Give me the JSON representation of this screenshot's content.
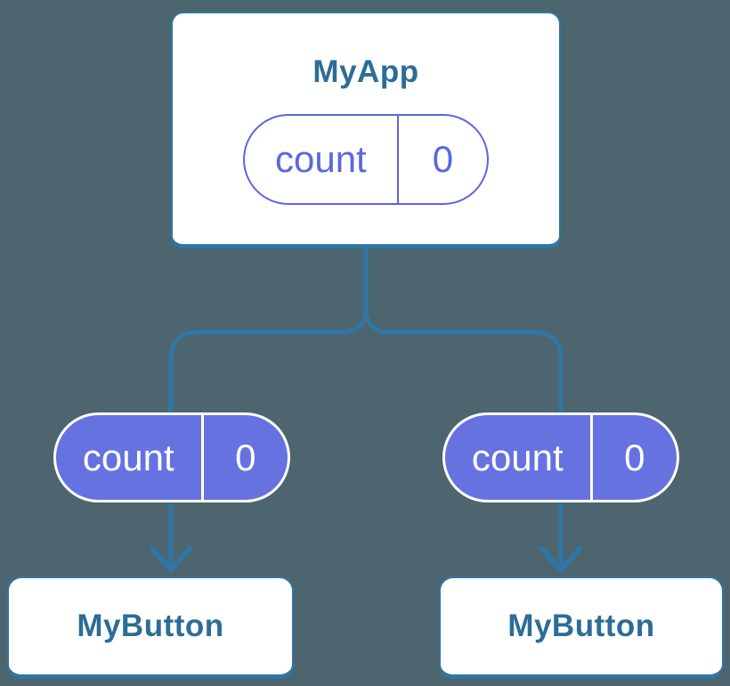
{
  "colors": {
    "bg": "#4C656E",
    "line": "#2F76A6",
    "blue-text": "#2C6D96",
    "purple": "#6672E0",
    "purple-accent": "#5B67DE",
    "card-bg": "#FFFFFF"
  },
  "tree": {
    "root": {
      "title": "MyApp",
      "state": {
        "name": "count",
        "value": "0"
      }
    },
    "children": [
      {
        "title": "MyButton",
        "prop": {
          "name": "count",
          "value": "0"
        }
      },
      {
        "title": "MyButton",
        "prop": {
          "name": "count",
          "value": "0"
        }
      }
    ]
  }
}
